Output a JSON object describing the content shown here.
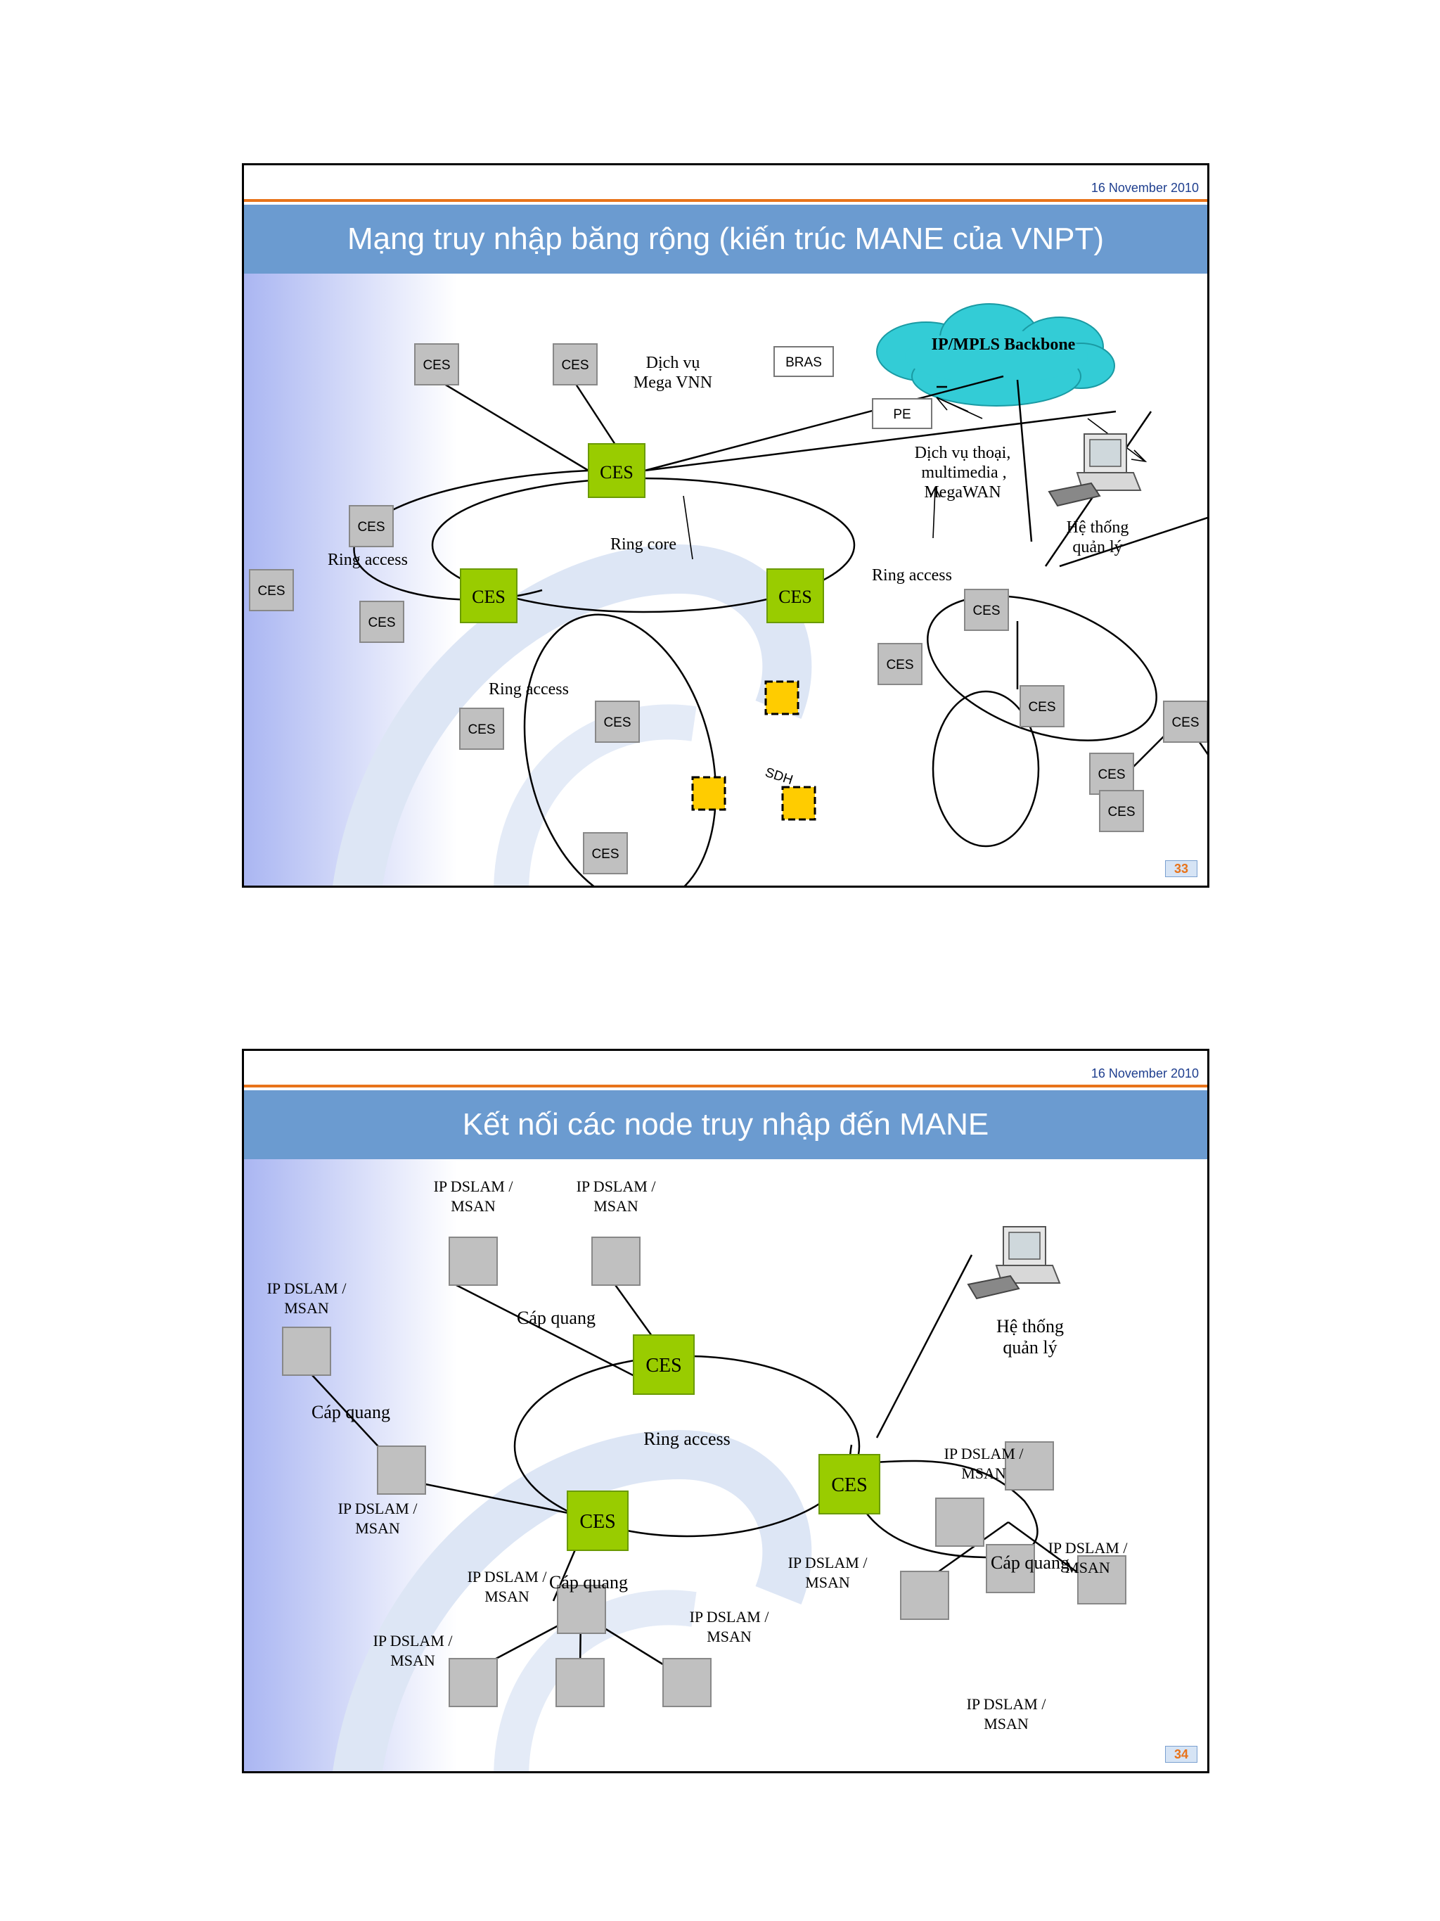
{
  "slide1": {
    "date": "16 November 2010",
    "title": "Mạng truy nhập băng rộng (kiến trúc MANE của VNPT)",
    "page_number": "33",
    "node_label": "CES",
    "bras": "BRAS",
    "pe": "PE",
    "cloud": "IP/MPLS Backbone",
    "mega_vnn_line1": "Dịch vụ",
    "mega_vnn_line2": "Mega VNN",
    "voice_line1": "Dịch vụ thoại,",
    "voice_line2": "multimedia ,",
    "voice_line3": "MegaWAN",
    "mgmt_line1": "Hệ thống",
    "mgmt_line2": "quản lý",
    "ring_core": "Ring core",
    "ring_access": "Ring access",
    "sdh": "SDH"
  },
  "slide2": {
    "date": "16 November 2010",
    "title": "Kết nối các node truy nhập đến MANE",
    "page_number": "34",
    "node_label": "CES",
    "dslam_line1": "IP DSLAM /",
    "dslam_line2": "MSAN",
    "fiber": "Cáp quang",
    "ring_access": "Ring access",
    "mgmt_line1": "Hệ thống",
    "mgmt_line2": "quản lý"
  }
}
